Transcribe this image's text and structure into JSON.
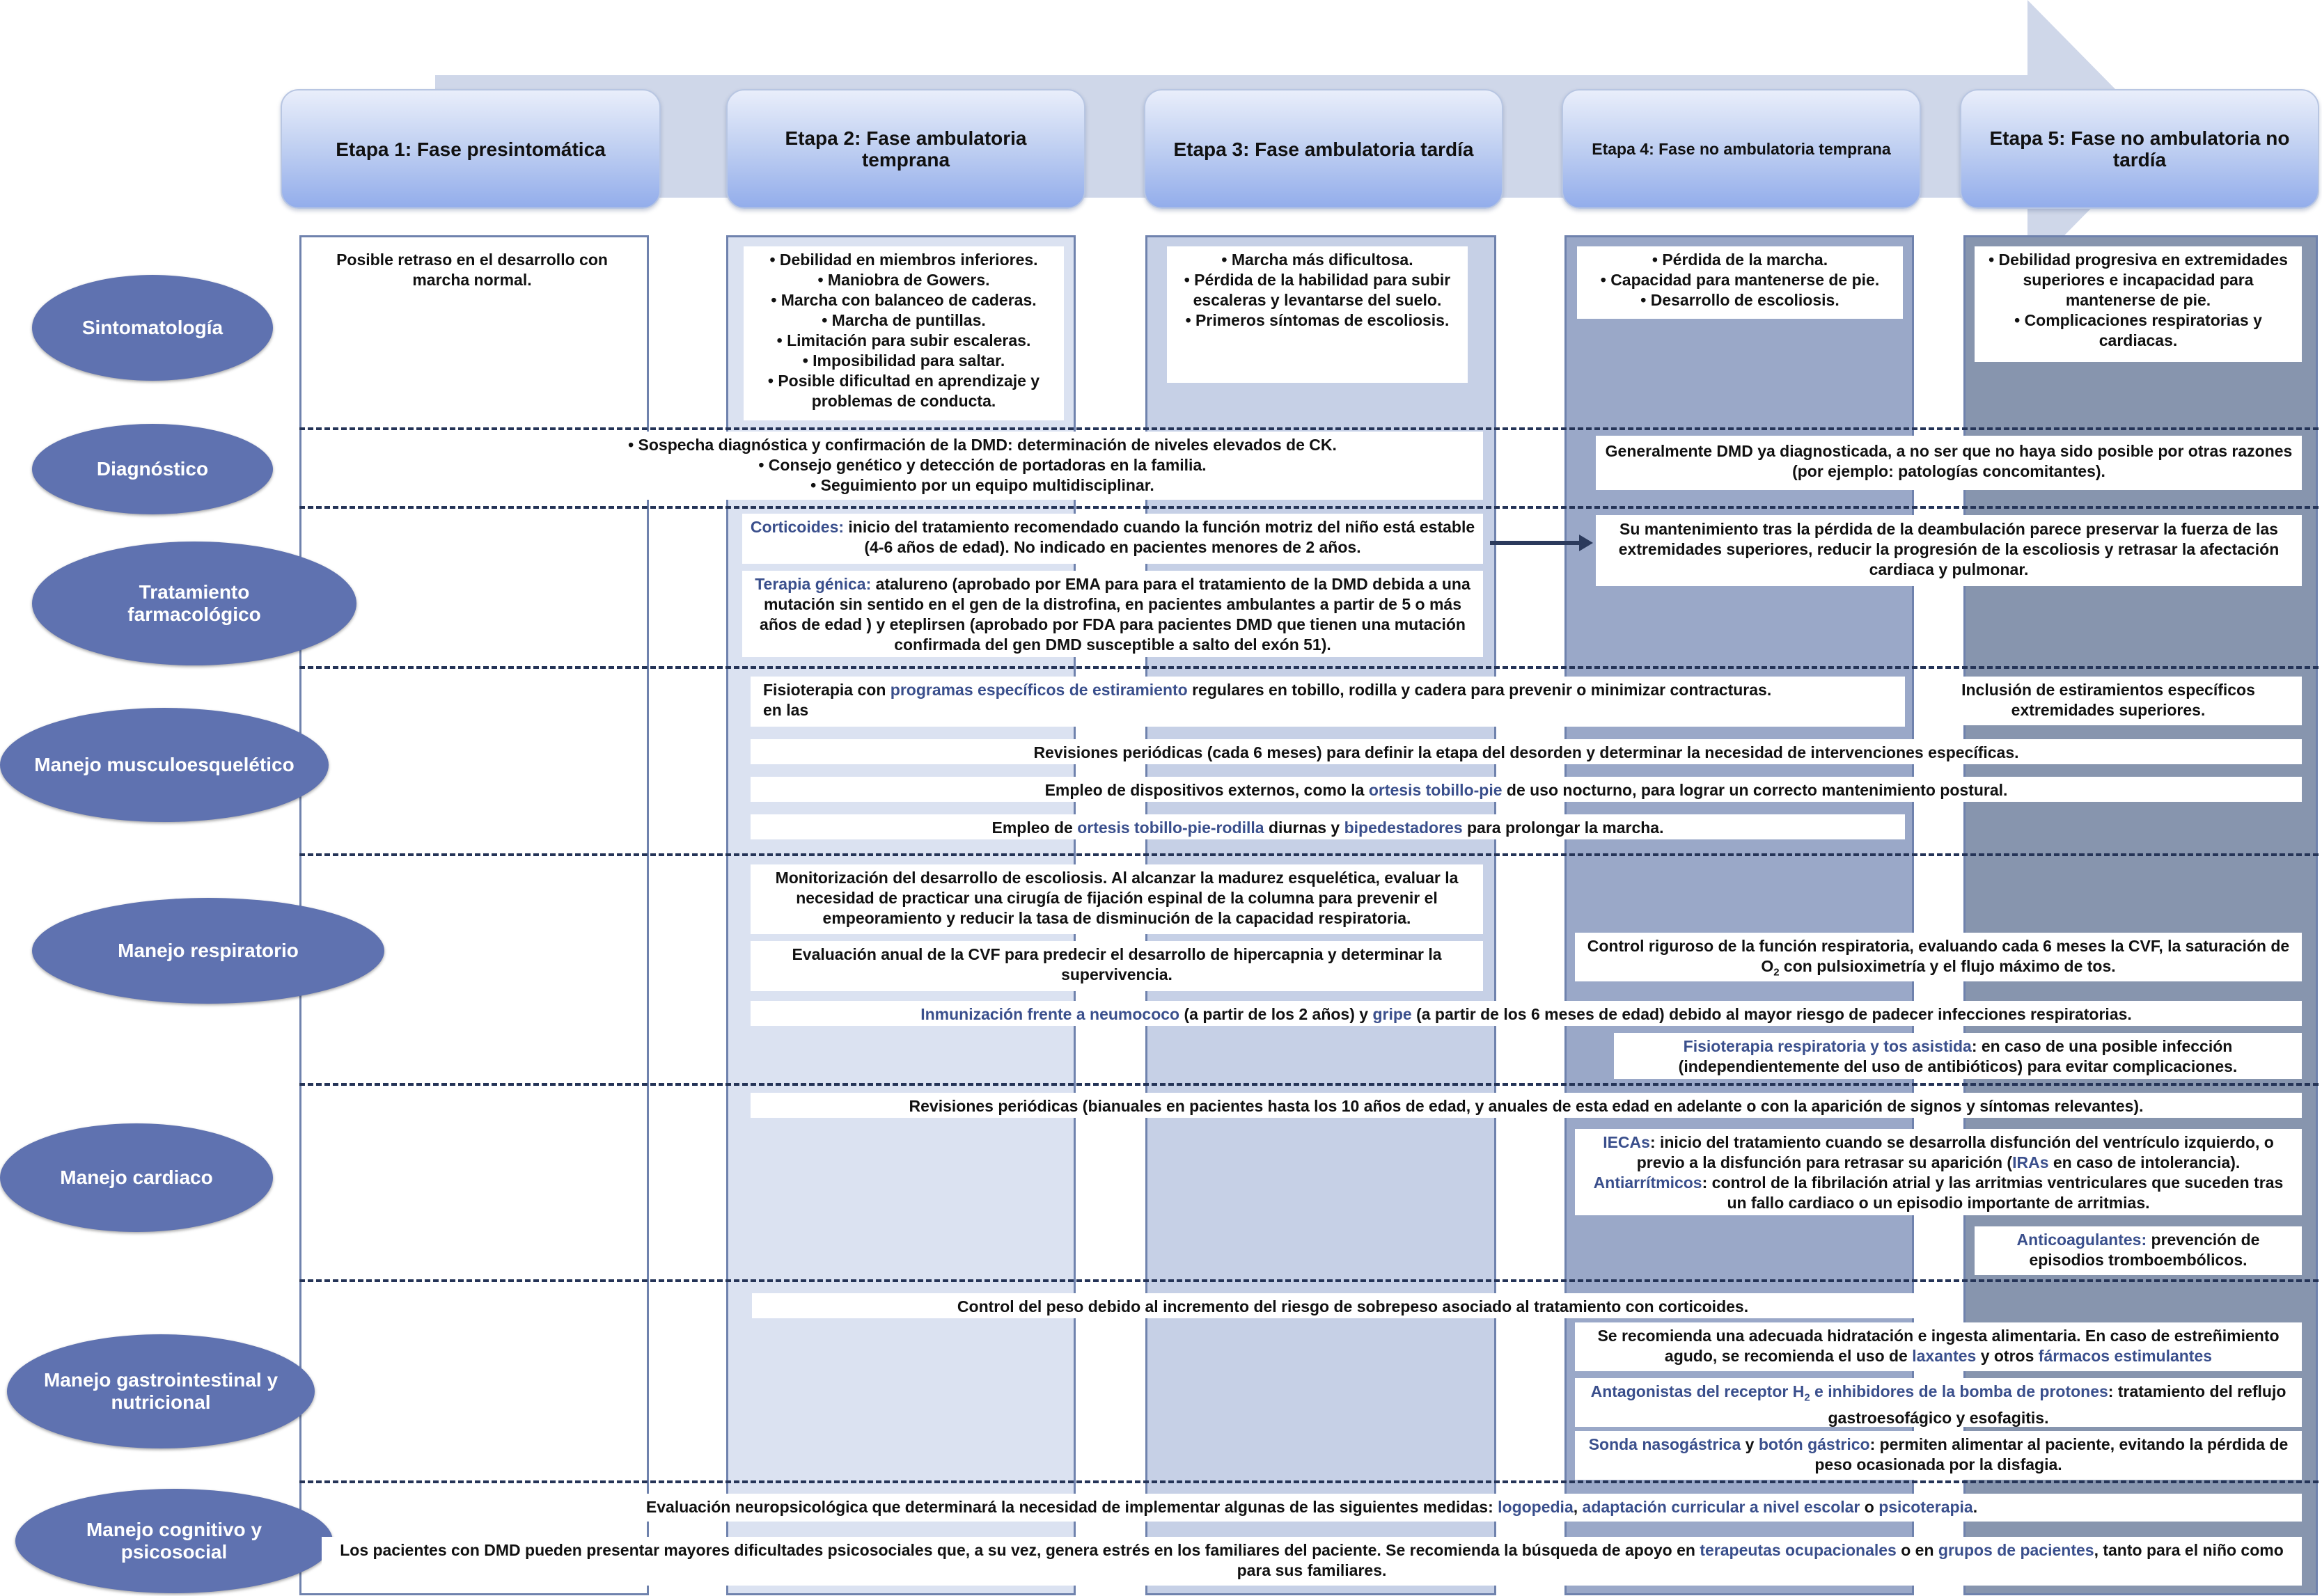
{
  "colors": {
    "arrow": "#cfd7e9",
    "stage_gradient_bottom": "#93adeb",
    "label_fill": "#5f72b0",
    "col1": "#ffffff",
    "col2": "#dbe2f1",
    "col3": "#c6d0e6",
    "col4": "#9aa8c8",
    "col5": "#8795ae",
    "highlight_text": "#3a4f8c",
    "separator": "#253457"
  },
  "stages": [
    "Etapa 1: Fase presintomática",
    "Etapa 2: Fase ambulatoria temprana",
    "Etapa 3: Fase ambulatoria tardía",
    "Etapa 4: Fase no ambulatoria temprana",
    "Etapa 5: Fase no ambulatoria no tardía"
  ],
  "rows": [
    "Sintomatología",
    "Diagnóstico",
    "Tratamiento farmacológico",
    "Manejo musculoesquelético",
    "Manejo respiratorio",
    "Manejo cardiaco",
    "Manejo gastrointestinal y nutricional",
    "Manejo cognitivo y psicosocial"
  ],
  "sintomatologia": {
    "e1": "Posible retraso en el desarrollo con marcha normal.",
    "e2": [
      "• Debilidad en miembros inferiores.",
      "• Maniobra de Gowers.",
      "• Marcha con balanceo de caderas.",
      "• Marcha de puntillas.",
      "• Limitación para subir escaleras.",
      "• Imposibilidad para saltar.",
      "• Posible dificultad en aprendizaje y problemas de conducta."
    ],
    "e3": [
      "• Marcha más dificultosa.",
      "• Pérdida de la habilidad para subir escaleras y levantarse del suelo.",
      "• Primeros síntomas de escoliosis."
    ],
    "e4": [
      "• Pérdida de la marcha.",
      "• Capacidad para mantenerse de pie.",
      "• Desarrollo de escoliosis."
    ],
    "e5": [
      "• Debilidad progresiva en extremidades superiores e incapacidad para mantenerse de pie.",
      "• Complicaciones respiratorias y cardiacas."
    ]
  },
  "diagnostico": {
    "main": [
      "•  Sospecha diagnóstica y confirmación de la DMD: determinación de niveles elevados de CK.",
      "•   Consejo genético y detección de portadoras en la familia.",
      "•   Seguimiento por un equipo multidisciplinar."
    ],
    "late": "Generalmente DMD ya diagnosticada, a no ser que no haya sido posible por otras razones (por ejemplo: patologías concomitantes)."
  },
  "tratamiento": {
    "cort_label": "Corticoides:",
    "cort_text": " inicio del tratamiento recomendado cuando la función motriz del niño está estable (4-6 años de edad). No indicado en pacientes menores de 2 años.",
    "gen_label": "Terapia génica:",
    "gen_a": " ",
    "gen_drug1": "atalureno",
    "gen_b": " (aprobado por EMA para para el tratamiento de la DMD debida a una mutación sin sentido en el gen de la distrofina, en pacientes ambulantes a partir de 5 o más años de edad ) y ",
    "gen_drug2": "eteplirsen",
    "gen_c": " (aprobado por FDA para pacientes DMD que tienen una mutación confirmada del gen DMD susceptible a salto del exón 51).",
    "late": "Su mantenimiento tras la pérdida de la deambulación parece preservar la fuerza de las extremidades superiores, reducir la progresión de la escoliosis y retrasar la afectación cardiaca y pulmonar."
  },
  "musculo": {
    "fisio_a": "Fisioterapia con ",
    "fisio_hl": "programas específicos de estiramiento",
    "fisio_b": " regulares en tobillo, rodilla y cadera para prevenir o minimizar contracturas.",
    "fisio_c": "en las",
    "fisio_late": "Inclusión de estiramientos específicos extremidades superiores.",
    "revisiones": "Revisiones periódicas (cada 6 meses) para definir la etapa del desorden y determinar la necesidad de intervenciones específicas.",
    "disp_a": "Empleo de dispositivos externos, como la ",
    "disp_hl": "ortesis tobillo-pie",
    "disp_b": " de uso nocturno, para lograr un correcto mantenimiento postural.",
    "ort_a": "Empleo de ",
    "ort_hl1": "ortesis tobillo-pie-rodilla",
    "ort_b": " diurnas y ",
    "ort_hl2": "bipedestadores",
    "ort_c": " para prolongar la marcha."
  },
  "respiratorio": {
    "escoliosis": "Monitorización del desarrollo de escoliosis. Al alcanzar la madurez esquelética, evaluar la necesidad de practicar una cirugía de fijación espinal de la columna para prevenir el empeoramiento y reducir la tasa de disminución de la capacidad respiratoria.",
    "cvf": "Evaluación anual de la CVF para predecir el desarrollo de hipercapnia y determinar la supervivencia.",
    "control_a": "Control riguroso de la función respiratoria, evaluando cada 6 meses la CVF, la saturación de O",
    "control_sub": "2",
    "control_b": " con pulsioximetría y el flujo máximo de tos.",
    "inmun_hl1": "Inmunización frente a neumococo",
    "inmun_a": " (a partir de los 2 años) y ",
    "inmun_hl2": "gripe",
    "inmun_b": " (a partir de los 6 meses de edad) debido al mayor riesgo de padecer infecciones respiratorias.",
    "fisio_hl": "Fisioterapia respiratoria y tos asistida",
    "fisio_text": ": en caso de una posible infección (independientemente del uso de antibióticos) para evitar complicaciones."
  },
  "cardiaco": {
    "revisiones": "Revisiones periódicas (bianuales en pacientes hasta los 10 años de edad, y anuales de esta edad en adelante o con la aparición de signos y síntomas relevantes).",
    "ieca_hl": "IECAs",
    "ieca_a": ": inicio del tratamiento cuando se desarrolla disfunción del ventrículo izquierdo, o previo a la disfunción para retrasar su aparición (",
    "ieca_hl2": "IRAs",
    "ieca_b": " en caso de intolerancia).",
    "anti_hl": "Antiarrítmicos",
    "anti_text": ": control de la fibrilación atrial y las arritmias ventriculares que suceden tras un fallo cardiaco o un episodio importante de arritmias.",
    "coag_hl": "Anticoagulantes:",
    "coag_text": " prevención de episodios tromboembólicos."
  },
  "gastro": {
    "peso": "Control del peso debido al incremento del riesgo de sobrepeso asociado al tratamiento con corticoides.",
    "hidra_a": "Se recomienda una adecuada hidratación e ingesta alimentaria. En caso de estreñimiento agudo, se recomienda el uso de ",
    "hidra_hl1": "laxantes",
    "hidra_b": " y otros ",
    "hidra_hl2": "fármacos estimulantes",
    "antag_hl1": "Antagonistas del receptor H",
    "antag_sub": "2",
    "antag_mid": " e ",
    "antag_hl2": "inhibidores de la bomba de protones",
    "antag_text": ": tratamiento del reflujo gastroesofágico y esofagitis.",
    "sonda_hl1": "Sonda nasogástrica",
    "sonda_mid": " y ",
    "sonda_hl2": "botón gástrico",
    "sonda_text": ": permiten alimentar al paciente, evitando la pérdida de peso ocasionada por la disfagia."
  },
  "cognitivo": {
    "eval_a": "Evaluación neuropsicológica que determinará la necesidad de implementar algunas de las siguientes medidas: ",
    "eval_hl1": "logopedia",
    "eval_sep": ", ",
    "eval_hl2": "adaptación curricular a nivel escolar",
    "eval_or": " o ",
    "eval_hl3": "psicoterapia",
    "eval_end": ".",
    "psico_a": "Los pacientes con DMD pueden presentar mayores dificultades psicosociales que, a su vez, genera estrés en los familiares del paciente. Se recomienda la búsqueda de apoyo en ",
    "psico_hl1": "terapeutas ocupacionales",
    "psico_b": " o en ",
    "psico_hl2": "grupos de pacientes",
    "psico_c": ", tanto para el niño como para sus familiares."
  }
}
